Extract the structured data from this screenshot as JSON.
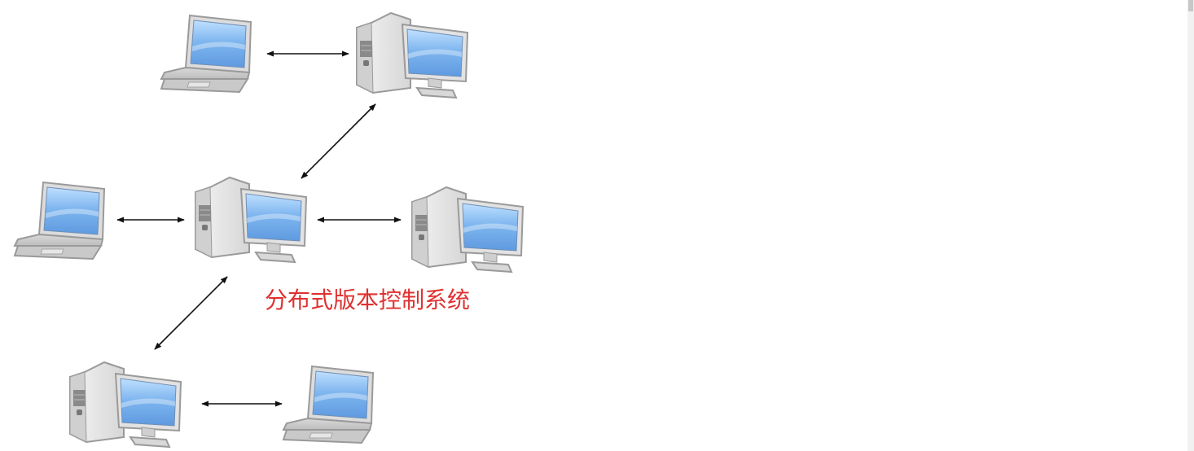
{
  "caption": "分布式版本控制系统",
  "colors": {
    "caption": "#e03030",
    "arrow": "#111111",
    "screen": "#78b4ee",
    "body": "#e8e8e8"
  },
  "nodes": [
    {
      "id": "laptop-top-left",
      "kind": "laptop"
    },
    {
      "id": "desktop-top",
      "kind": "desktop"
    },
    {
      "id": "laptop-mid-left",
      "kind": "laptop"
    },
    {
      "id": "desktop-center",
      "kind": "desktop"
    },
    {
      "id": "desktop-mid-right",
      "kind": "desktop"
    },
    {
      "id": "desktop-bottom-left",
      "kind": "desktop"
    },
    {
      "id": "laptop-bottom-right",
      "kind": "laptop"
    }
  ],
  "links": [
    {
      "from": "laptop-top-left",
      "to": "desktop-top"
    },
    {
      "from": "desktop-top",
      "to": "desktop-center"
    },
    {
      "from": "laptop-mid-left",
      "to": "desktop-center"
    },
    {
      "from": "desktop-center",
      "to": "desktop-mid-right"
    },
    {
      "from": "desktop-center",
      "to": "desktop-bottom-left"
    },
    {
      "from": "desktop-bottom-left",
      "to": "laptop-bottom-right"
    }
  ]
}
